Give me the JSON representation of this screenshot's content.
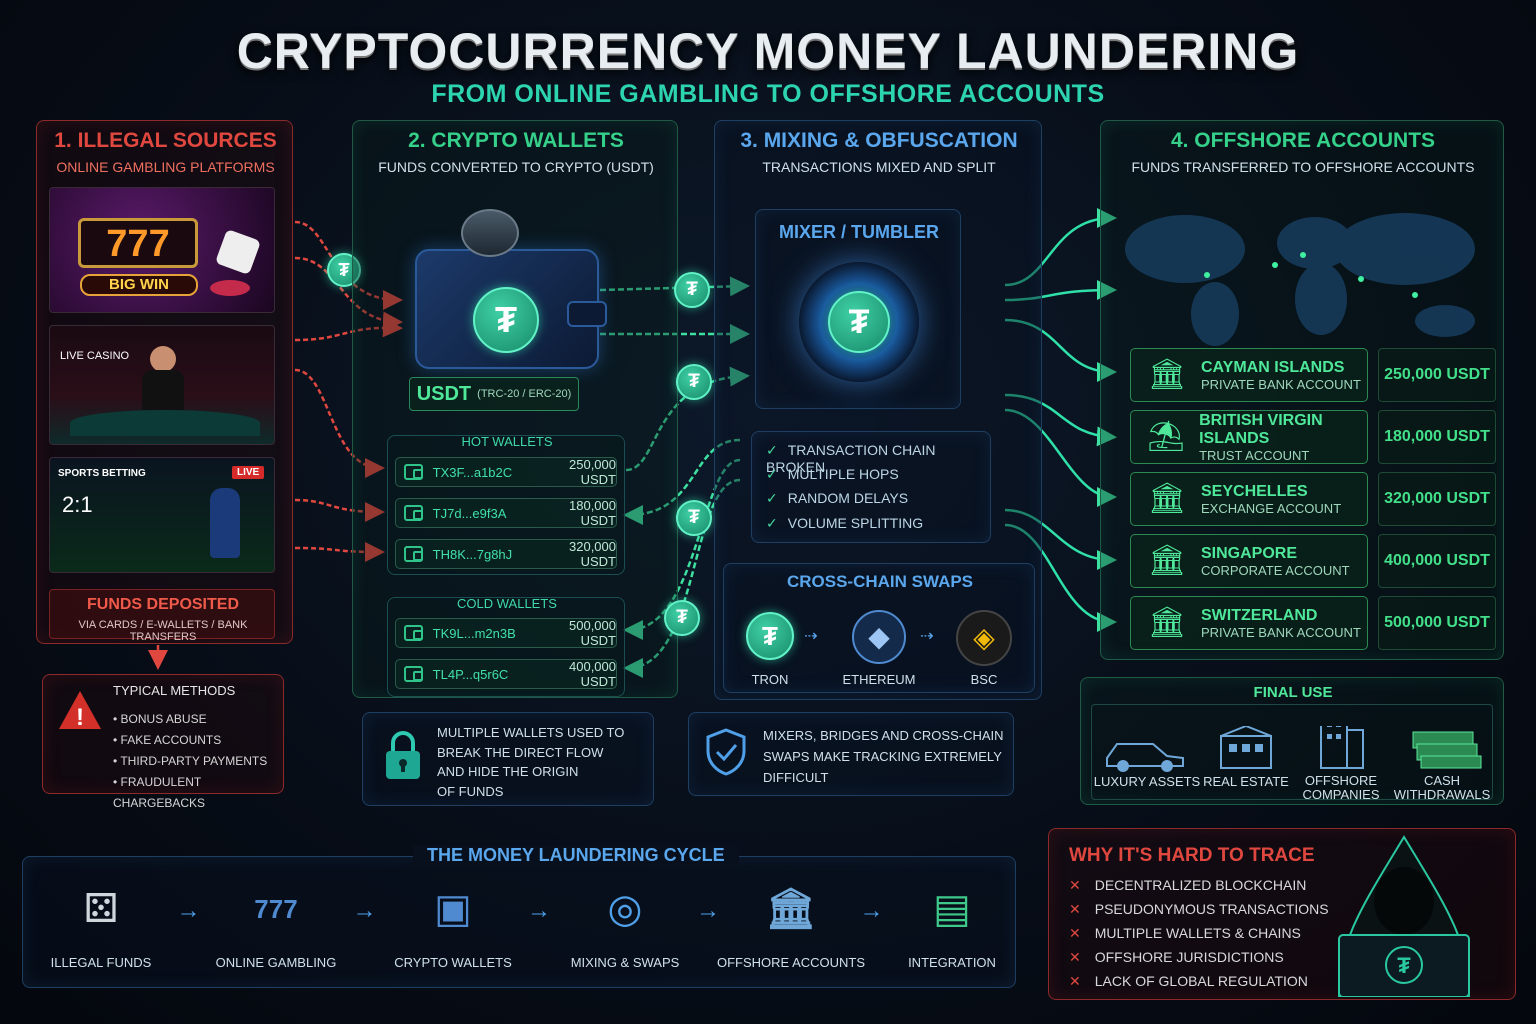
{
  "header": {
    "title": "CRYPTOCURRENCY MONEY LAUNDERING",
    "subtitle": "FROM ONLINE GAMBLING TO OFFSHORE ACCOUNTS"
  },
  "sources": {
    "heading": "1. ILLEGAL SOURCES",
    "subheading": "ONLINE GAMBLING PLATFORMS",
    "slot_big_win": "BIG WIN",
    "slot_reels": "777",
    "live_casino": "LIVE CASINO",
    "sports_betting": "SPORTS BETTING",
    "live_badge": "LIVE",
    "score": "2:1",
    "deposit_title": "FUNDS DEPOSITED",
    "deposit_sub": "VIA CARDS / E-WALLETS / BANK TRANSFERS"
  },
  "methods": {
    "title": "TYPICAL METHODS",
    "items": [
      "BONUS ABUSE",
      "FAKE ACCOUNTS",
      "THIRD-PARTY PAYMENTS",
      "FRAUDULENT CHARGEBACKS"
    ]
  },
  "wallets": {
    "heading": "2. CRYPTO WALLETS",
    "subheading": "FUNDS CONVERTED TO CRYPTO (USDT)",
    "usdt_label": "USDT",
    "usdt_networks": "(TRC-20 / ERC-20)",
    "hot_title": "HOT WALLETS",
    "hot": [
      {
        "addr": "TX3F...a1b2C",
        "amount": "250,000 USDT"
      },
      {
        "addr": "TJ7d...e9f3A",
        "amount": "180,000 USDT"
      },
      {
        "addr": "TH8K...7g8hJ",
        "amount": "320,000 USDT"
      }
    ],
    "cold_title": "COLD WALLETS",
    "cold": [
      {
        "addr": "TK9L...m2n3B",
        "amount": "500,000 USDT"
      },
      {
        "addr": "TL4P...q5r6C",
        "amount": "400,000 USDT"
      }
    ],
    "note": [
      "MULTIPLE WALLETS USED TO",
      "BREAK THE DIRECT FLOW",
      "AND HIDE THE ORIGIN",
      "OF FUNDS"
    ]
  },
  "mixing": {
    "heading": "3. MIXING & OBFUSCATION",
    "subheading": "TRANSACTIONS MIXED AND SPLIT",
    "mixer_title": "MIXER / TUMBLER",
    "checks": [
      "TRANSACTION CHAIN BROKEN",
      "MULTIPLE HOPS",
      "RANDOM DELAYS",
      "VOLUME SPLITTING"
    ],
    "swaps_title": "CROSS-CHAIN SWAPS",
    "chains": [
      "TRON",
      "ETHEREUM",
      "BSC"
    ],
    "note": [
      "MIXERS, BRIDGES AND CROSS-CHAIN",
      "SWAPS MAKE TRACKING EXTREMELY",
      "DIFFICULT"
    ]
  },
  "offshore": {
    "heading": "4. OFFSHORE ACCOUNTS",
    "subheading": "FUNDS TRANSFERRED TO OFFSHORE ACCOUNTS",
    "accounts": [
      {
        "name": "CAYMAN ISLANDS",
        "type": "PRIVATE BANK ACCOUNT",
        "amount": "250,000 USDT",
        "icon": "bank-icon"
      },
      {
        "name": "BRITISH VIRGIN ISLANDS",
        "type": "TRUST ACCOUNT",
        "amount": "180,000 USDT",
        "icon": "palm-icon"
      },
      {
        "name": "SEYCHELLES",
        "type": "EXCHANGE ACCOUNT",
        "amount": "320,000 USDT",
        "icon": "bank-icon"
      },
      {
        "name": "SINGAPORE",
        "type": "CORPORATE ACCOUNT",
        "amount": "400,000 USDT",
        "icon": "bank-icon"
      },
      {
        "name": "SWITZERLAND",
        "type": "PRIVATE BANK ACCOUNT",
        "amount": "500,000 USDT",
        "icon": "bank-icon"
      }
    ],
    "final_title": "FINAL USE",
    "final": [
      [
        "LUXURY ASSETS"
      ],
      [
        "REAL ESTATE"
      ],
      [
        "OFFSHORE",
        "COMPANIES"
      ],
      [
        "CASH",
        "WITHDRAWALS"
      ]
    ]
  },
  "cycle": {
    "title": "THE MONEY LAUNDERING CYCLE",
    "steps": [
      "ILLEGAL FUNDS",
      "ONLINE GAMBLING",
      "CRYPTO WALLETS",
      "MIXING & SWAPS",
      "OFFSHORE ACCOUNTS",
      "INTEGRATION"
    ]
  },
  "trace": {
    "title": "WHY IT'S HARD TO TRACE",
    "items": [
      "DECENTRALIZED BLOCKCHAIN",
      "PSEUDONYMOUS TRANSACTIONS",
      "MULTIPLE WALLETS & CHAINS",
      "OFFSHORE JURISDICTIONS",
      "LACK OF GLOBAL REGULATION"
    ]
  },
  "colors": {
    "red": "#e0483f",
    "green": "#35d08a",
    "blue": "#5aa7ee",
    "teal": "#2dd4b0"
  }
}
